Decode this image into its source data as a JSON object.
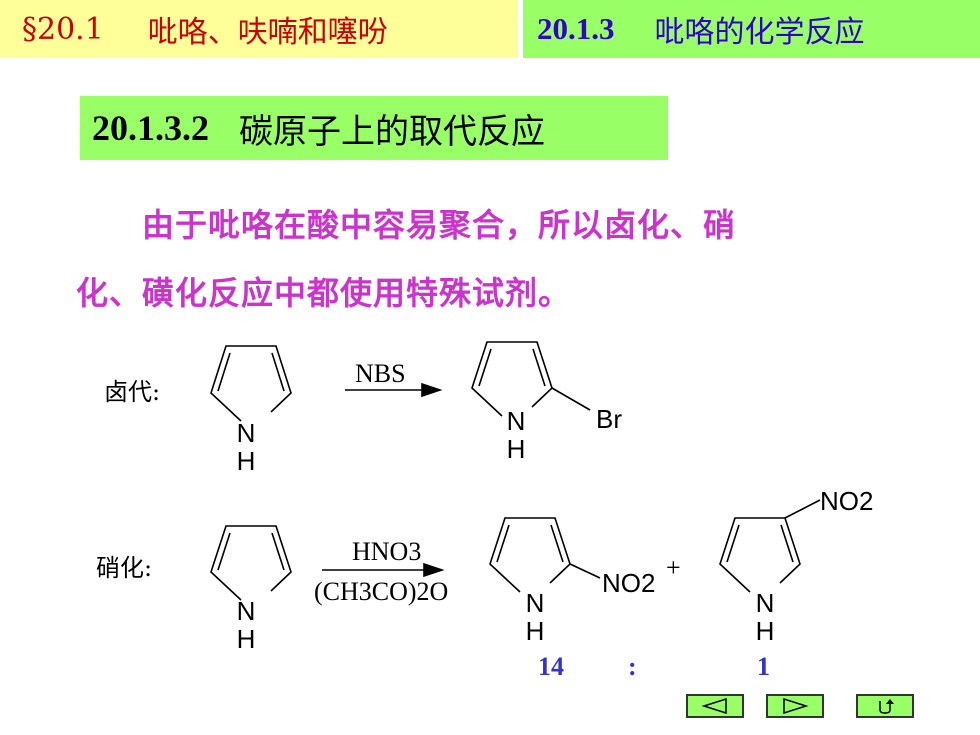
{
  "header": {
    "section_number": "§20.1",
    "section_title": "吡咯、呋喃和噻吩",
    "subsection_number": "20.1.3",
    "subsection_title": "吡咯的化学反应"
  },
  "subtitle": {
    "number": "20.1.3.2",
    "text": "碳原子上的取代反应"
  },
  "paragraph": {
    "line1": "由于吡咯在酸中容易聚合，所以卤化、硝",
    "line2": "化、磺化反应中都使用特殊试剂。"
  },
  "reactions": {
    "halogenation": {
      "label": "卤代:",
      "reagent": "NBS",
      "product_substituent": "Br"
    },
    "nitration": {
      "label": "硝化:",
      "reagent_top": "HNO3",
      "reagent_bottom": "(CH3CO)2O",
      "product1_substituent": "NO2",
      "plus": "+",
      "product2_substituent": "NO2"
    },
    "atom_n": "N",
    "atom_h": "H"
  },
  "ratio": {
    "left": "14",
    "sep": ":",
    "right": "1"
  },
  "nav": {
    "prev_icon": "triangle-left-icon",
    "next_icon": "triangle-right-icon",
    "return_icon": "return-icon"
  }
}
